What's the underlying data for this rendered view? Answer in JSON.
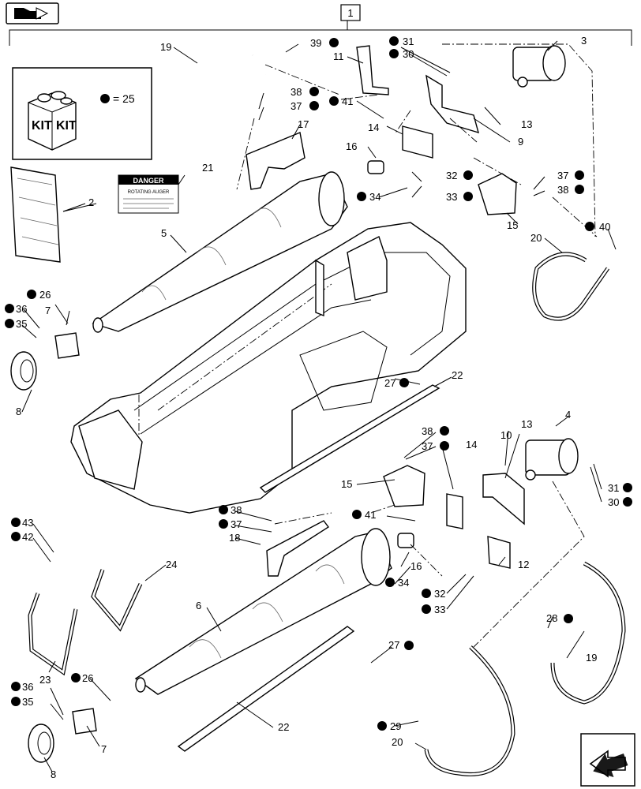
{
  "header": {
    "nav_icon": "book-arrow-icon",
    "assembly_ref": "1"
  },
  "kit_box": {
    "kit_words": [
      "KIT",
      "KIT"
    ],
    "equals_text": "= 25"
  },
  "danger_decal": {
    "title": "DANGER",
    "subtitle": "ROTATING AUGER"
  },
  "callouts": [
    {
      "id": "c19a",
      "label": "19"
    },
    {
      "id": "c39",
      "label": "39"
    },
    {
      "id": "c31a",
      "label": "31"
    },
    {
      "id": "c30a",
      "label": "30"
    },
    {
      "id": "c11",
      "label": "11"
    },
    {
      "id": "c3",
      "label": "3"
    },
    {
      "id": "c38a",
      "label": "38"
    },
    {
      "id": "c37a",
      "label": "37"
    },
    {
      "id": "c41a",
      "label": "41"
    },
    {
      "id": "c17",
      "label": "17"
    },
    {
      "id": "c14a",
      "label": "14"
    },
    {
      "id": "c13a",
      "label": "13"
    },
    {
      "id": "c9",
      "label": "9"
    },
    {
      "id": "c16a",
      "label": "16"
    },
    {
      "id": "c21",
      "label": "21"
    },
    {
      "id": "c32a",
      "label": "32"
    },
    {
      "id": "c37b",
      "label": "37"
    },
    {
      "id": "c38b",
      "label": "38"
    },
    {
      "id": "c2",
      "label": "2"
    },
    {
      "id": "c34a",
      "label": "34"
    },
    {
      "id": "c33a",
      "label": "33"
    },
    {
      "id": "c15a",
      "label": "15"
    },
    {
      "id": "c40",
      "label": "40"
    },
    {
      "id": "c5",
      "label": "5"
    },
    {
      "id": "c20a",
      "label": "20"
    },
    {
      "id": "c26a",
      "label": "26"
    },
    {
      "id": "c36a",
      "label": "36"
    },
    {
      "id": "c7a",
      "label": "7"
    },
    {
      "id": "c35a",
      "label": "35"
    },
    {
      "id": "c8a",
      "label": "8"
    },
    {
      "id": "c27a",
      "label": "27"
    },
    {
      "id": "c22a",
      "label": "22"
    },
    {
      "id": "c4",
      "label": "4"
    },
    {
      "id": "c38c",
      "label": "38"
    },
    {
      "id": "c13b",
      "label": "13"
    },
    {
      "id": "c10",
      "label": "10"
    },
    {
      "id": "c37c",
      "label": "37"
    },
    {
      "id": "c14b",
      "label": "14"
    },
    {
      "id": "c31b",
      "label": "31"
    },
    {
      "id": "c30b",
      "label": "30"
    },
    {
      "id": "c15b",
      "label": "15"
    },
    {
      "id": "c41b",
      "label": "41"
    },
    {
      "id": "c38d",
      "label": "38"
    },
    {
      "id": "c37d",
      "label": "37"
    },
    {
      "id": "c43",
      "label": "43"
    },
    {
      "id": "c12",
      "label": "12"
    },
    {
      "id": "c18",
      "label": "18"
    },
    {
      "id": "c42",
      "label": "42"
    },
    {
      "id": "c16b",
      "label": "16"
    },
    {
      "id": "c24",
      "label": "24"
    },
    {
      "id": "c34b",
      "label": "34"
    },
    {
      "id": "c32b",
      "label": "32"
    },
    {
      "id": "c33b",
      "label": "33"
    },
    {
      "id": "c6",
      "label": "6"
    },
    {
      "id": "c28",
      "label": "28"
    },
    {
      "id": "c23",
      "label": "23"
    },
    {
      "id": "c19b",
      "label": "19"
    },
    {
      "id": "c27b",
      "label": "27"
    },
    {
      "id": "c26b",
      "label": "26"
    },
    {
      "id": "c36b",
      "label": "36"
    },
    {
      "id": "c35b",
      "label": "35"
    },
    {
      "id": "c7b",
      "label": "7"
    },
    {
      "id": "c22b",
      "label": "22"
    },
    {
      "id": "c29",
      "label": "29"
    },
    {
      "id": "c20b",
      "label": "20"
    },
    {
      "id": "c8b",
      "label": "8"
    }
  ],
  "footer": {
    "next_icon": "next-page-arrow-icon"
  }
}
